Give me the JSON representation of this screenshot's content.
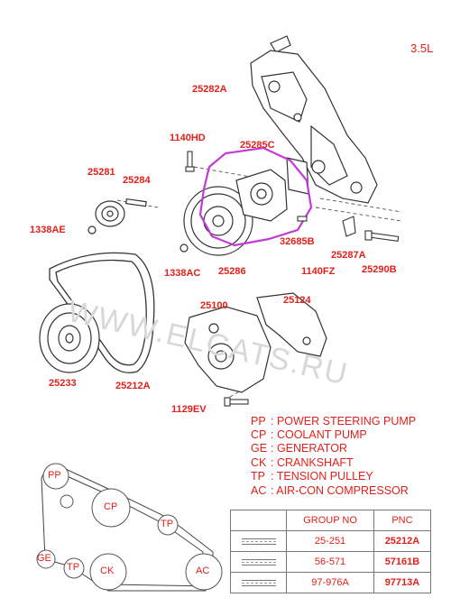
{
  "engine": "3.5L",
  "watermark": "WWW.ELCATS.RU",
  "parts": {
    "p25282A": "25282A",
    "p1140HD": "1140HD",
    "p25285C": "25285C",
    "p25281": "25281",
    "p25284": "25284",
    "p1338AE": "1338AE",
    "p32685B": "32685B",
    "p25287A": "25287A",
    "p1338AC": "1338AC",
    "p25286": "25286",
    "p1140FZ": "1140FZ",
    "p25290B": "25290B",
    "p25100": "25100",
    "p25124": "25124",
    "p25233": "25233",
    "p25212A": "25212A",
    "p1129EV": "1129EV"
  },
  "legend": [
    {
      "abbr": "PP",
      "text": ": POWER STEERING PUMP"
    },
    {
      "abbr": "CP",
      "text": ": COOLANT PUMP"
    },
    {
      "abbr": "GE",
      "text": ": GENERATOR"
    },
    {
      "abbr": "CK",
      "text": ": CRANKSHAFT"
    },
    {
      "abbr": "TP",
      "text": ": TENSION PULLEY"
    },
    {
      "abbr": "AC",
      "text": ": AIR-CON COMPRESSOR"
    }
  ],
  "table": {
    "headers": [
      "",
      "GROUP NO",
      "PNC"
    ],
    "rows": [
      {
        "group": "25-251",
        "pnc": "25212A"
      },
      {
        "group": "56-571",
        "pnc": "57161B"
      },
      {
        "group": "97-976A",
        "pnc": "97713A"
      }
    ]
  },
  "belt_diagram": {
    "PP": "PP",
    "CP": "CP",
    "GE": "GE",
    "TP1": "TP",
    "TP2": "TP",
    "CK": "CK",
    "AC": "AC"
  },
  "colors": {
    "label": "#e0211b",
    "highlight": "#c23bd6",
    "line": "#333333"
  }
}
